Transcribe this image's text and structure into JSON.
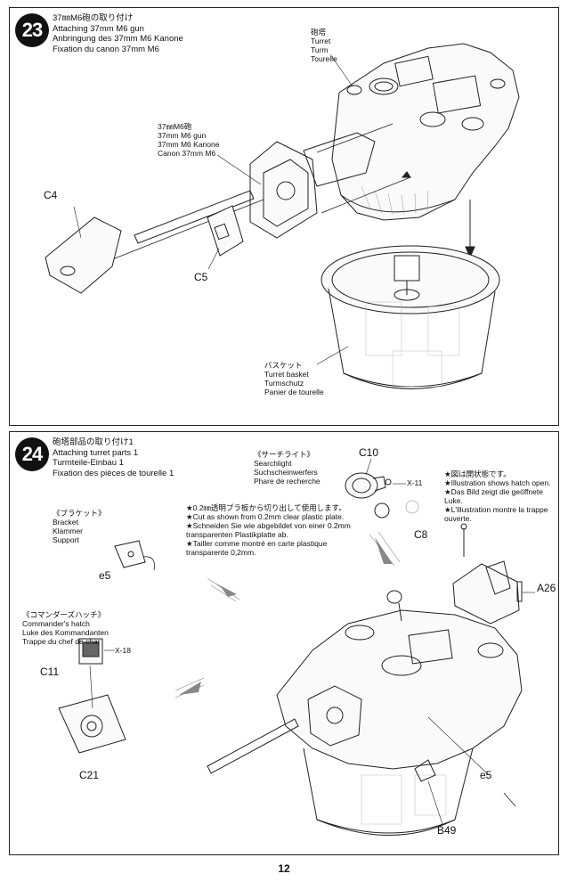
{
  "step23": {
    "number": "23",
    "title_ja": "37㎜M6砲の取り付け",
    "title_en": "Attaching 37mm M6 gun",
    "title_de": "Anbringung des 37mm M6 Kanone",
    "title_fr": "Fixation du canon 37mm M6",
    "turret_label": {
      "ja": "砲塔",
      "en": "Turret",
      "de": "Turm",
      "fr": "Tourelle"
    },
    "gun_label": {
      "ja": "37㎜M6砲",
      "en": "37mm M6 gun",
      "de": "37mm M6 Kanone",
      "fr": "Canon 37mm M6"
    },
    "basket_label": {
      "ja": "バスケット",
      "en": "Turret basket",
      "de": "Turmschutz",
      "fr": "Panier de tourelle"
    },
    "parts": {
      "c4": "C4",
      "c5": "C5"
    }
  },
  "step24": {
    "number": "24",
    "title_ja": "砲塔部品の取り付け1",
    "title_en": "Attaching turret parts 1",
    "title_de": "Turmteile-Einbau 1",
    "title_fr": "Fixation des pièces de tourelle 1",
    "searchlight_label": {
      "ja": "《サーチライト》",
      "en": "Searchlight",
      "de": "Suchscheinwerfers",
      "fr": "Phare de recherche"
    },
    "bracket_label": {
      "ja": "《ブラケット》",
      "en": "Bracket",
      "de": "Klammer",
      "fr": "Support"
    },
    "hatch_label": {
      "ja": "《コマンダーズハッチ》",
      "en": "Commander's hatch",
      "de": "Luke des Kommandanten",
      "fr": "Trappe du chef de char"
    },
    "cut_note": {
      "ja": "★0.2㎜透明プラ板から切り出して使用します。",
      "en": "★Cut as shown from 0.2mm clear plastic plate.",
      "de1": "★Schneiden Sie wie abgebildet von einer 0.2mm",
      "de2": "transparenten Plastikplatte ab.",
      "fr1": "★Tailler comme montré en carte plastique",
      "fr2": "transparente 0,2mm."
    },
    "open_note": {
      "ja": "★図は開状態です。",
      "en": "★Illustration shows hatch open.",
      "de1": "★Das Bild zeigt die geöffnete",
      "de2": "Luke.",
      "fr1": "★L'illustration montre la trappe",
      "fr2": "ouverte."
    },
    "parts": {
      "c10": "C10",
      "x11": "X-11",
      "c8": "C8",
      "a26": "A26",
      "e5a": "e5",
      "c11": "C11",
      "x18": "X-18",
      "c21": "C21",
      "e5b": "e5",
      "b49": "B49"
    }
  },
  "page_number": "12"
}
